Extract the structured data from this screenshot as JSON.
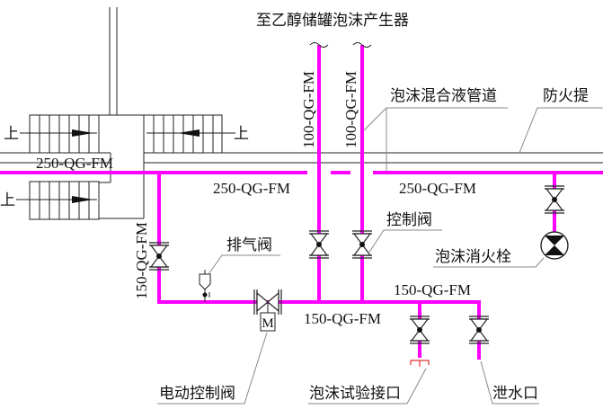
{
  "colors": {
    "pipe": "#ff00ff",
    "test_cap": "#e03030",
    "lines": "#222222"
  },
  "labels": {
    "top_generator": "至乙醇储罐泡沫产生器",
    "foam_pipe": "泡沫混合液管道",
    "firewall": "防火提",
    "vent_valve": "排气阀",
    "control_valve": "控制阀",
    "hydrant": "泡沫消火栓",
    "motor_valve": "电动控制阀",
    "test_port": "泡沫试验接口",
    "drain": "泄水口",
    "motor_mark": "M",
    "stair_up": "上"
  },
  "pipe_codes": {
    "main_left": "250-QG-FM",
    "main_mid": "250-QG-FM",
    "main_right": "250-QG-FM",
    "riser_1": "100-QG-FM",
    "riser_2": "100-QG-FM",
    "branch_vertical": "150-QG-FM",
    "branch_bottom": "150-QG-FM",
    "branch_right": "150-QG-FM"
  }
}
